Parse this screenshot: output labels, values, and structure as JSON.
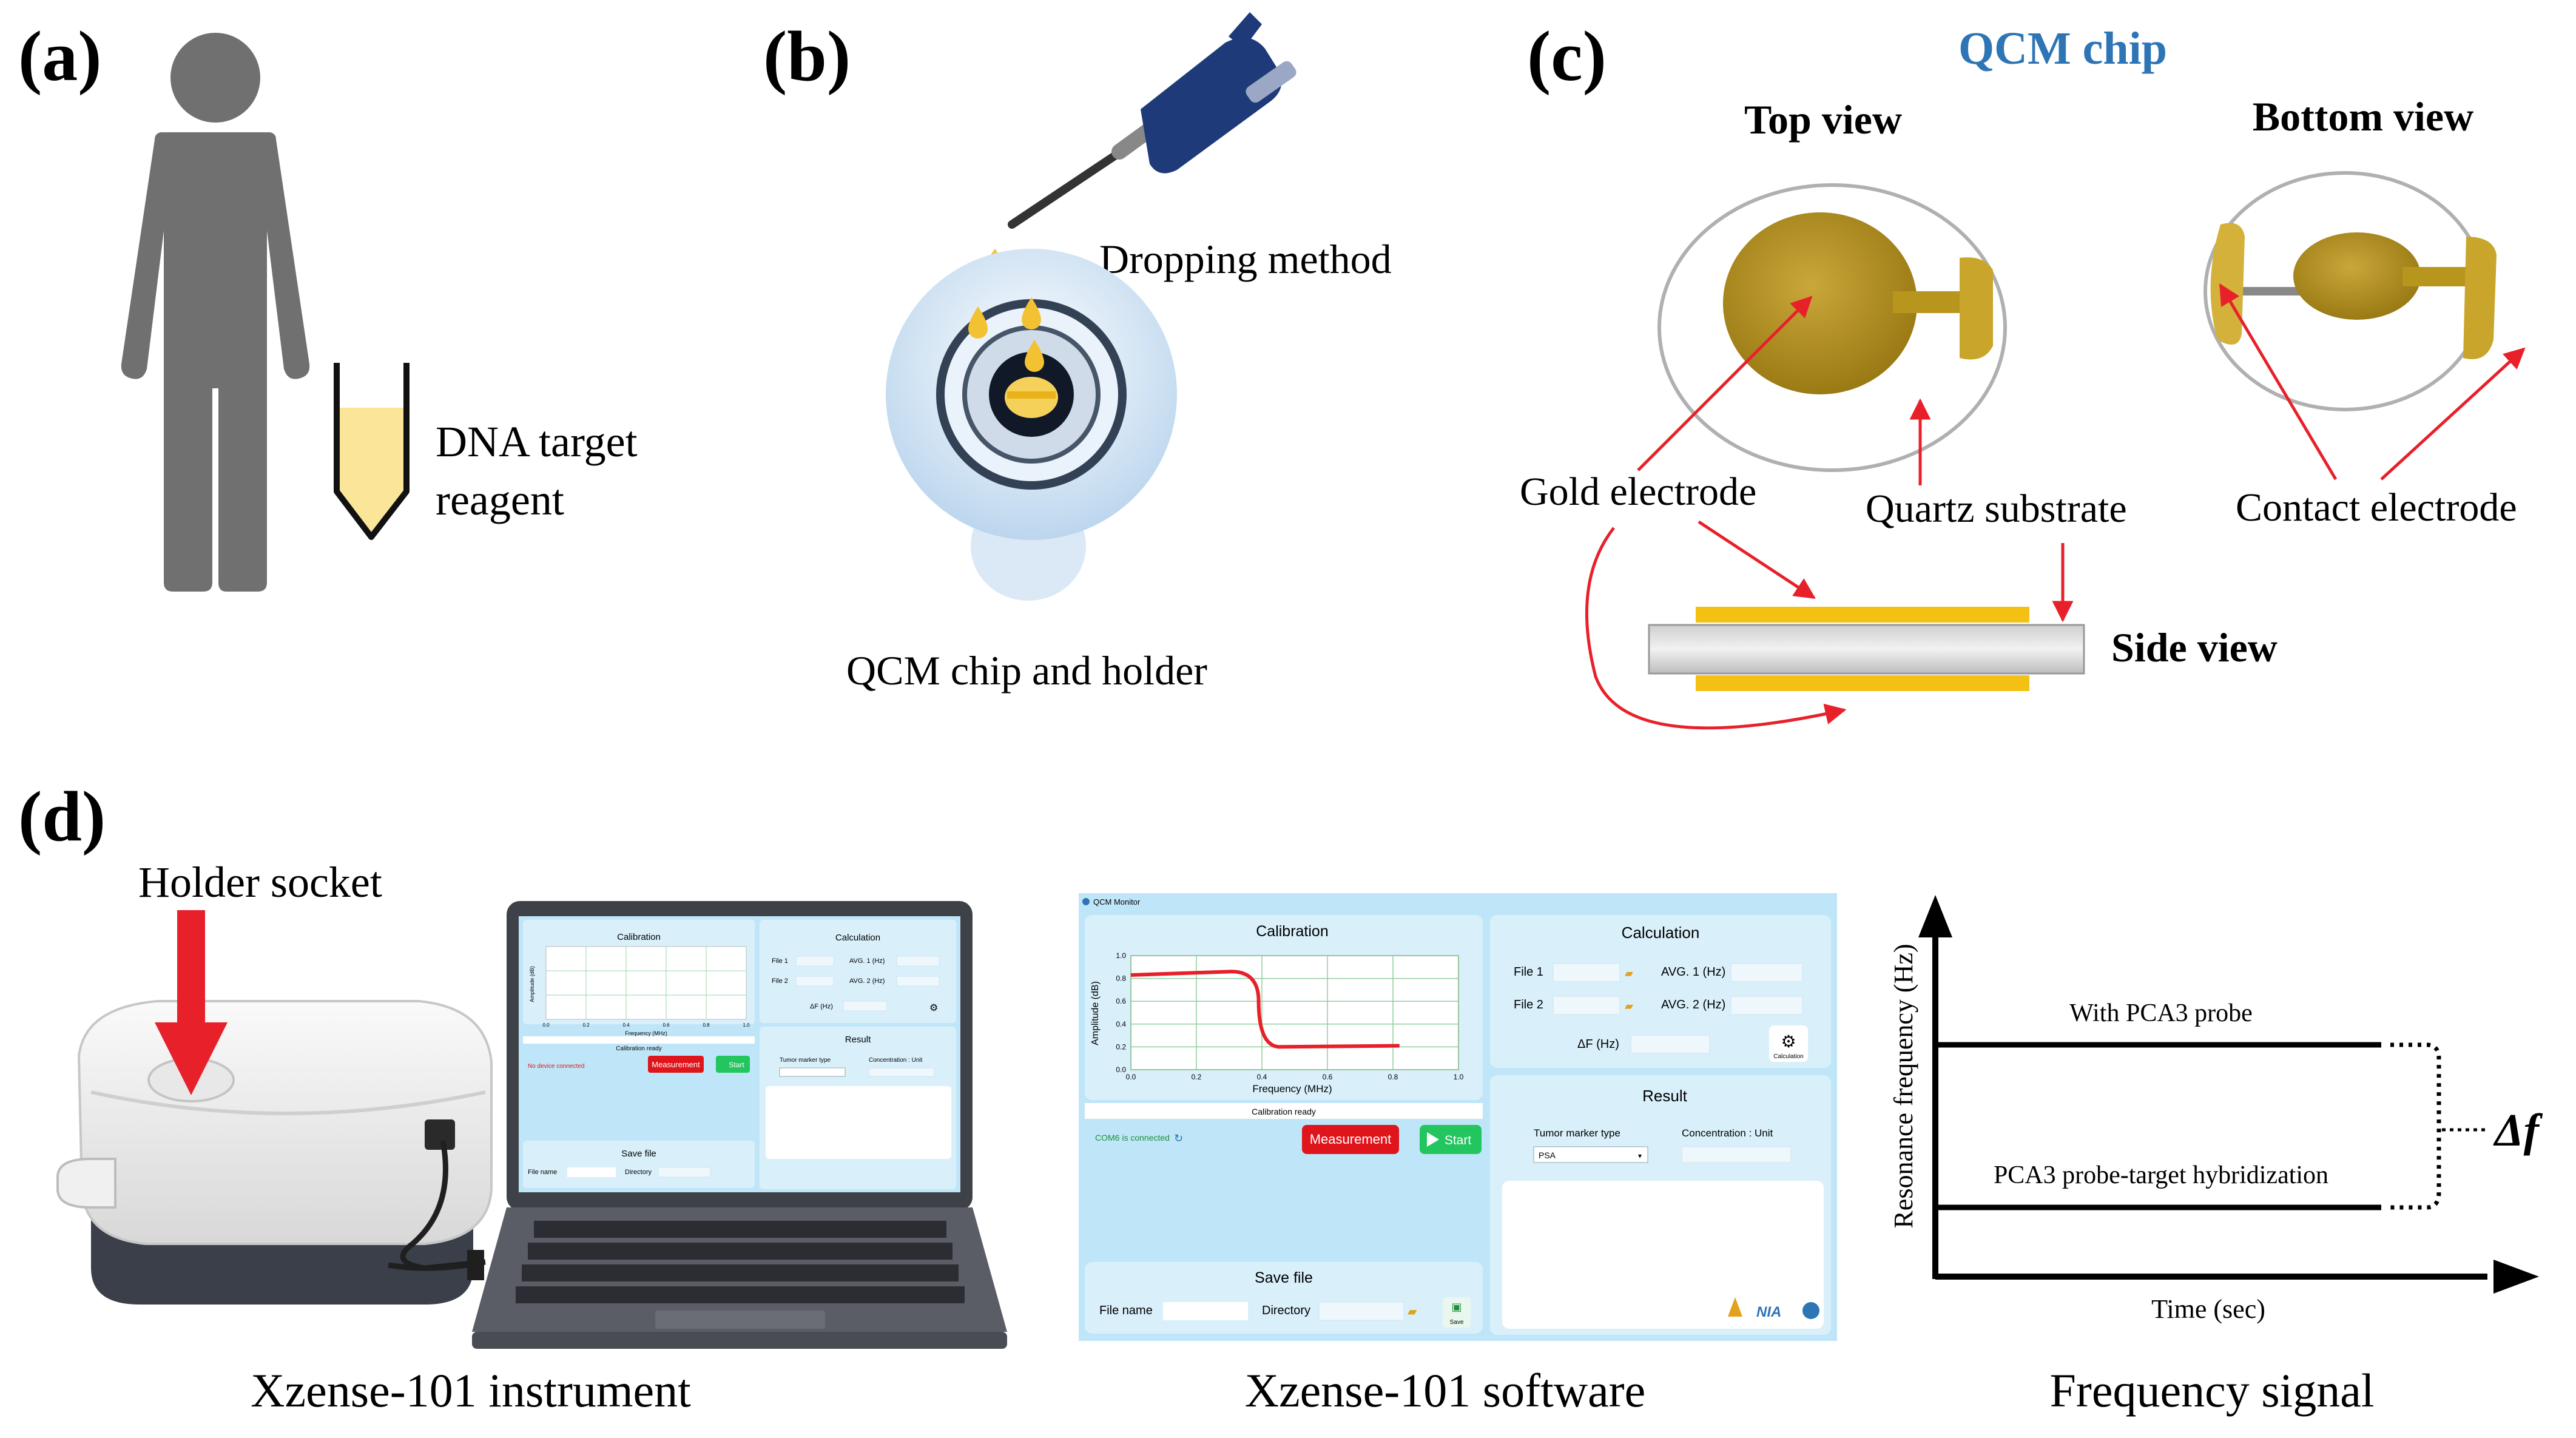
{
  "panels": {
    "a": {
      "label": "(a)",
      "reagent_line1": "DNA target",
      "reagent_line2": "reagent"
    },
    "b": {
      "label": "(b)",
      "dropping": "Dropping method",
      "chip_holder": "QCM chip and holder"
    },
    "c": {
      "label": "(c)",
      "title": "QCM chip",
      "top_view": "Top view",
      "bottom_view": "Bottom view",
      "gold_electrode": "Gold electrode",
      "quartz_substrate": "Quartz substrate",
      "contact_electrode": "Contact electrode",
      "side_view": "Side view"
    },
    "d": {
      "label": "(d)",
      "holder_socket": "Holder socket",
      "instrument_caption": "Xzense-101 instrument",
      "software_caption": "Xzense-101 software",
      "signal_caption": "Frequency signal",
      "software": {
        "window_title": "QCM Monitor",
        "calibration": "Calibration",
        "calculation": "Calculation",
        "file1": "File 1",
        "file2": "File 2",
        "avg1": "AVG. 1 (Hz)",
        "avg2": "AVG. 2 (Hz)",
        "delta_f": "ΔF (Hz)",
        "calc_button": "Calculation",
        "calibration_ready": "Calibration ready",
        "com_status": "COM6 is connected",
        "laptop_status": "No device connected",
        "measurement": "Measurement",
        "start": "Start",
        "result": "Result",
        "tumor_marker": "Tumor marker type",
        "concentration": "Concentration : Unit",
        "tumor_value": "PSA",
        "save_file": "Save file",
        "file_name": "File name",
        "directory": "Directory",
        "save_btn": "Save",
        "ylabel": "Amplitude (dB)",
        "xlabel": "Frequency (MHz)",
        "x_ticks": [
          "0.0",
          "0.2",
          "0.4",
          "0.6",
          "0.8",
          "1.0"
        ],
        "y_ticks": [
          "1.0",
          "0.8",
          "0.6",
          "0.4",
          "0.2",
          "0.0"
        ],
        "laptop_x_ticks": [
          "0.0",
          "0.2",
          "0.4",
          "0.6",
          "0.8",
          "1.0"
        ]
      },
      "signal": {
        "ylabel": "Resonance  frequency  (Hz)",
        "xlabel": "Time (sec)",
        "with_probe": "With PCA3 probe",
        "hybridization": "PCA3 probe-target hybridization",
        "delta": "Δf"
      }
    }
  },
  "colors": {
    "title_blue": "#2e75b6",
    "arrow_red": "#e8202a",
    "gold": "#b8961e",
    "gold_light": "#d4b13a",
    "figure_gray": "#707070",
    "tube_yellow": "#fbe598",
    "ui_bg": "#bfe6f8",
    "ui_panel": "#d9f0fb",
    "red_button": "#e0141b",
    "green_button": "#22c55e",
    "electrode_yellow": "#f3c013"
  }
}
